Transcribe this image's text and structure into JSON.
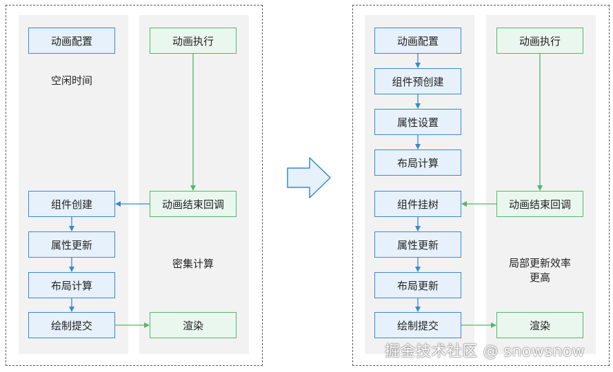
{
  "left": {
    "blue_boxes": [
      "动画配置",
      "组件创建",
      "属性更新",
      "布局计算",
      "绘制提交"
    ],
    "green_boxes": [
      "动画执行",
      "动画结束回调",
      "渲染"
    ],
    "idle_note": "空闲时间",
    "dense_note": "密集计算"
  },
  "right": {
    "blue_boxes": [
      "动画配置",
      "组件预创建",
      "属性设置",
      "布局计算",
      "组件挂树",
      "属性更新",
      "布局更新",
      "绘制提交"
    ],
    "green_boxes": [
      "动画执行",
      "动画结束回调",
      "渲染"
    ],
    "efficiency_note_line1": "局部更新效率",
    "efficiency_note_line2": "更高"
  },
  "watermark": "掘金技术社区 @ snowsnow",
  "colors": {
    "blue_border": "#3b87cf",
    "green_border": "#52b66e",
    "arrow_fill": "#e6f1fb"
  }
}
